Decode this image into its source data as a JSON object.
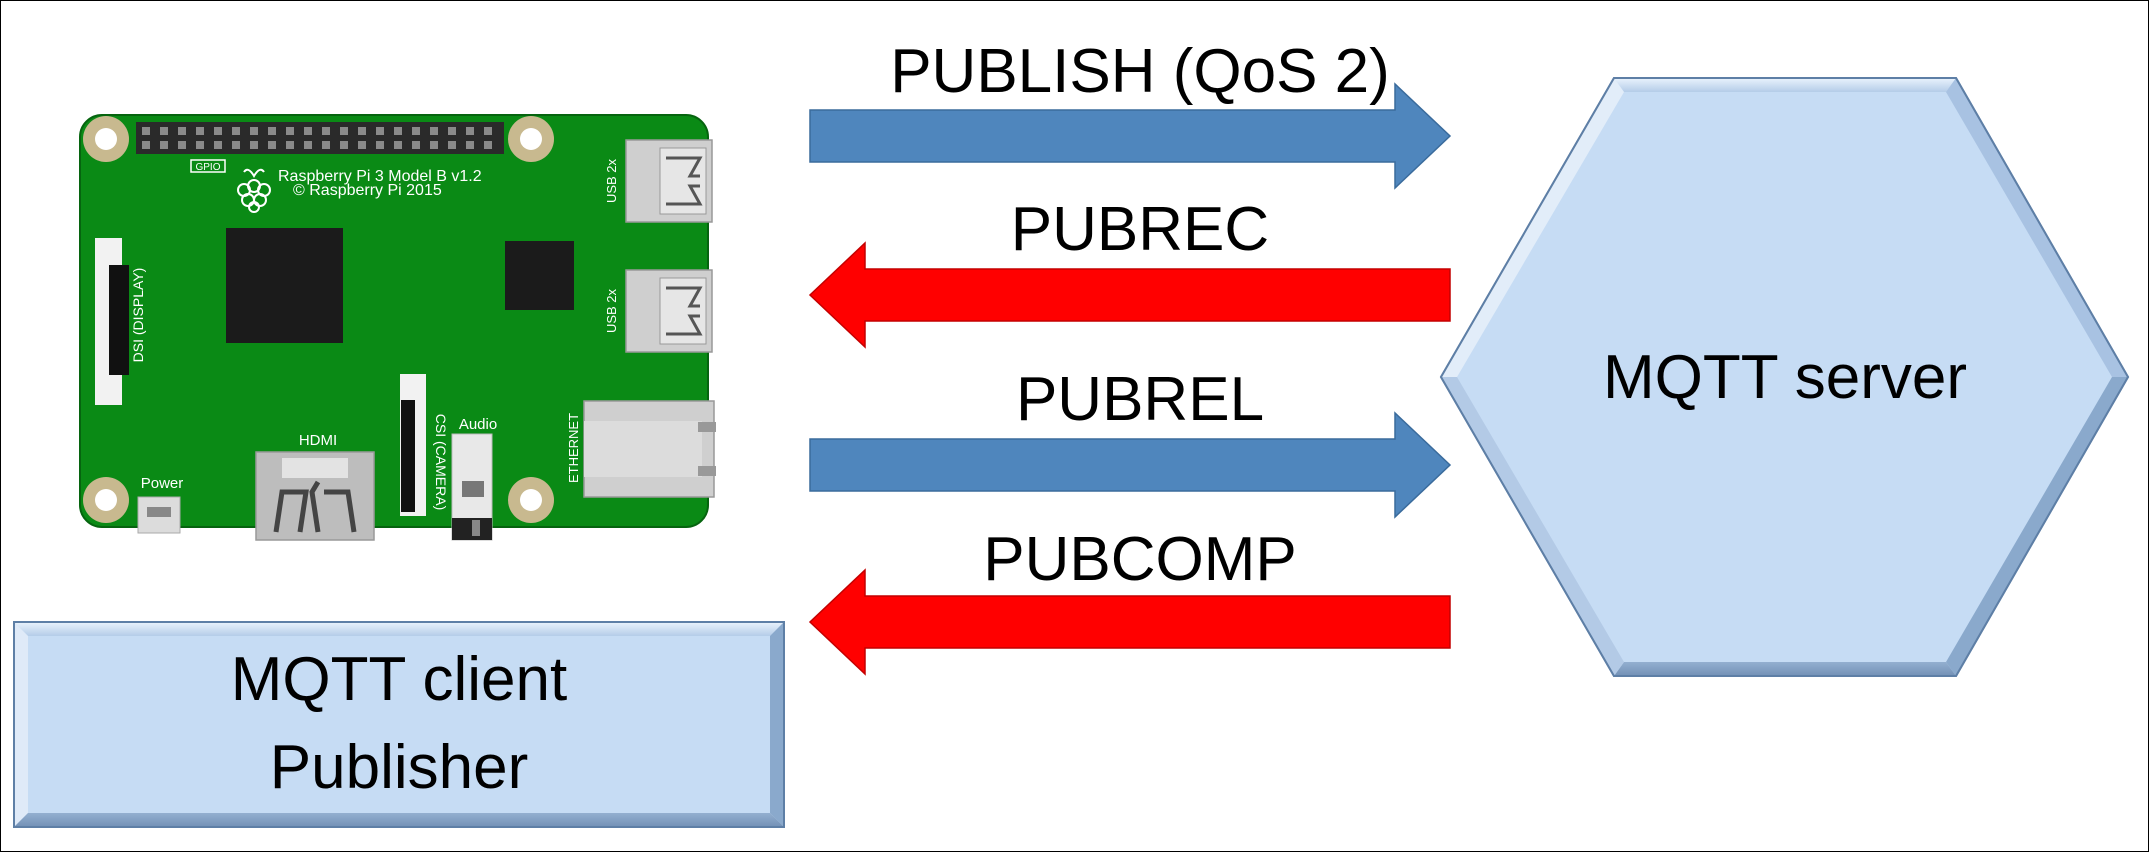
{
  "client": {
    "line1": "MQTT client",
    "line2": "Publisher"
  },
  "server": {
    "label": "MQTT server"
  },
  "messages": [
    {
      "label": "PUBLISH (QoS 2)",
      "direction": "to-server",
      "color": "#4f86bd"
    },
    {
      "label": "PUBREC",
      "direction": "to-client",
      "color": "#ff0000"
    },
    {
      "label": "PUBREL",
      "direction": "to-server",
      "color": "#4f86bd"
    },
    {
      "label": "PUBCOMP",
      "direction": "to-client",
      "color": "#ff0000"
    }
  ],
  "board": {
    "model": "Raspberry Pi 3 Model B v1.2",
    "copyright": "© Raspberry Pi 2015",
    "gpio": "GPIO",
    "usb_top": "USB 2x",
    "usb_bottom": "USB 2x",
    "dsi": "DSI (DISPLAY)",
    "csi": "CSI (CAMERA)",
    "hdmi": "HDMI",
    "audio": "Audio",
    "power": "Power",
    "ethernet": "ETHERNET",
    "pcb_color": "#0a8a15"
  },
  "colors": {
    "box_fill": "#c6dcf4",
    "box_edge": "#8aa9cc"
  }
}
